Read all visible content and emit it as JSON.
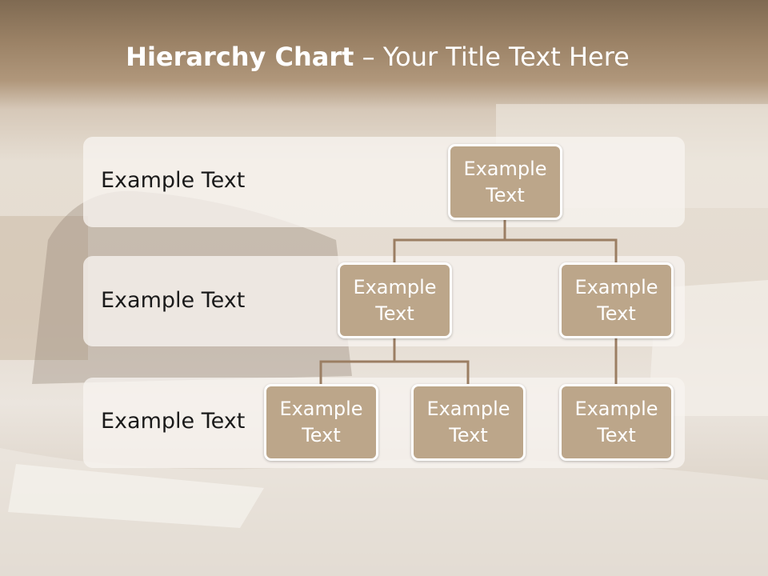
{
  "slide": {
    "title_bold": "Hierarchy Chart",
    "title_rest": " – Your Title Text Here"
  },
  "levels": [
    {
      "label": "Example Text"
    },
    {
      "label": "Example Text"
    },
    {
      "label": "Example Text"
    }
  ],
  "nodes": [
    {
      "text": "Example Text"
    },
    {
      "text": "Example Text"
    },
    {
      "text": "Example Text"
    },
    {
      "text": "Example Text"
    },
    {
      "text": "Example Text"
    },
    {
      "text": "Example Text"
    }
  ],
  "colors": {
    "node_fill": "#bca68a",
    "node_border": "#ffffff",
    "connector": "#9b7e63",
    "band": "#f7f4f0",
    "title_bar": "#8c7459"
  }
}
